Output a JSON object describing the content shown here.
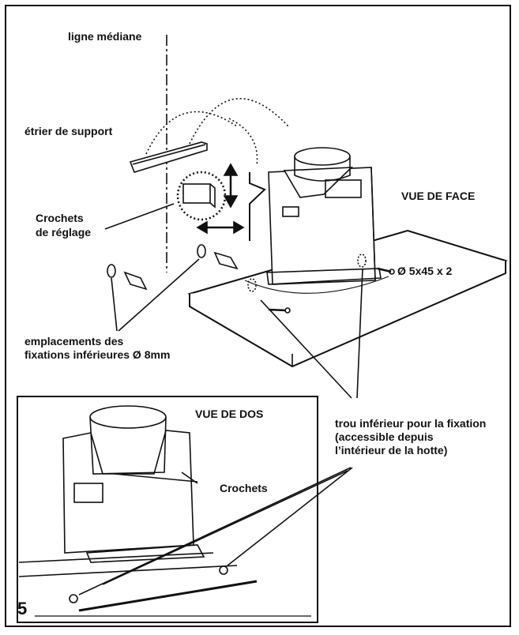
{
  "labels": {
    "midline": "ligne médiane",
    "bracket": "étrier de support",
    "hooks_adjust_1": "Crochets",
    "hooks_adjust_2": "de réglage",
    "front_view": "VUE DE FACE",
    "screw": "Ø 5x45 x 2",
    "lower_fix_1": "emplacements des",
    "lower_fix_2": "fixations inférieures Ø 8mm",
    "back_view": "VUE DE DOS",
    "hole_1": "trou inférieur pour la fixation",
    "hole_2": "(accessible depuis",
    "hole_3": "l’intérieur de la hotte)",
    "hooks": "Crochets",
    "step": "5"
  },
  "colors": {
    "ink": "#111111",
    "paper": "#ffffff",
    "shade": "#d9d9d9"
  }
}
